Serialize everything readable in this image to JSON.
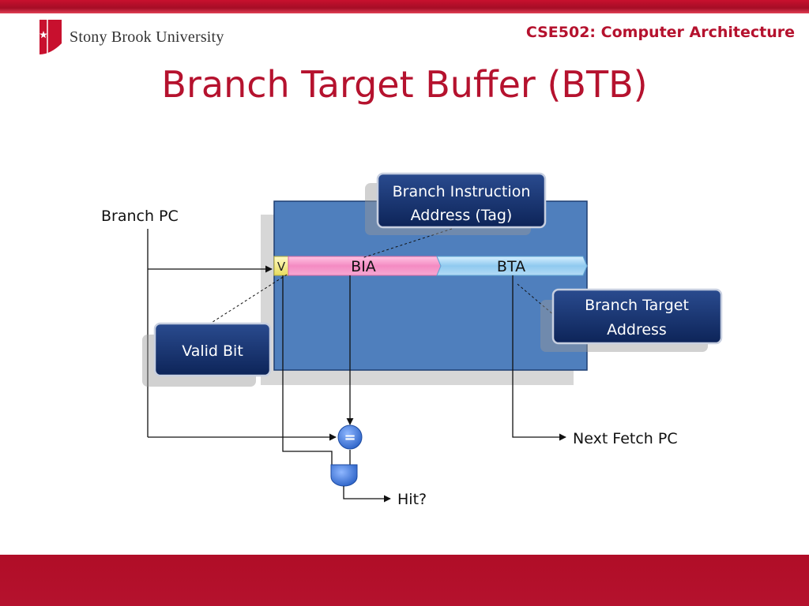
{
  "header": {
    "university": "Stony Brook University",
    "course": "CSE502: Computer Architecture"
  },
  "slide": {
    "title": "Branch Target Buffer (BTB)"
  },
  "diagram": {
    "branch_pc_label": "Branch PC",
    "bia_callout_line1": "Branch Instruction",
    "bia_callout_line2": "Address (Tag)",
    "bta_callout_line1": "Branch Target",
    "bta_callout_line2": "Address",
    "valid_callout": "Valid Bit",
    "v_field": "V",
    "bia_field": "BIA",
    "bta_field": "BTA",
    "comparator_symbol": "=",
    "next_fetch_label": "Next Fetch PC",
    "hit_label": "Hit?"
  },
  "colors": {
    "brand_red": "#b5122e",
    "table_blue": "#4f7fbd",
    "callout_navy": "#14306a",
    "bia_pink": "#f59ac8",
    "bta_lightblue": "#9fd2ef",
    "valid_yellow": "#f4ec86"
  }
}
